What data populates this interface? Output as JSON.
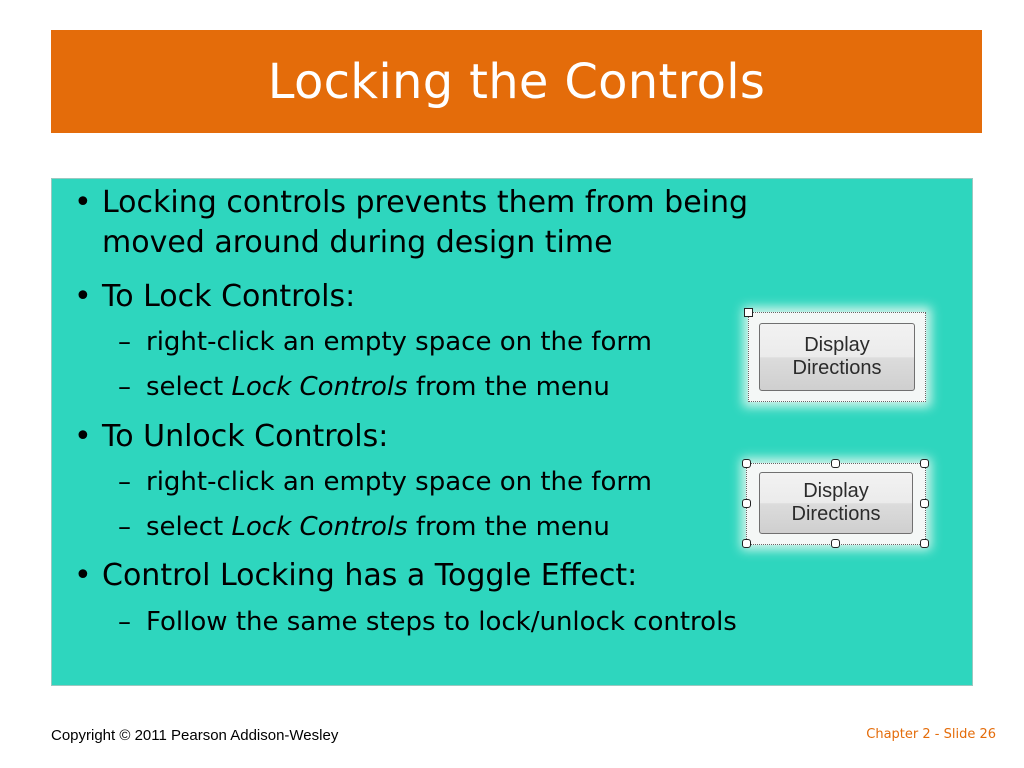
{
  "slide": {
    "title": "Locking the Controls"
  },
  "bullets": [
    {
      "text": "Locking controls prevents them from being moved around during design time"
    },
    {
      "text": "To Lock Controls:"
    },
    {
      "text": "To Unlock Controls:"
    },
    {
      "text": "Control Locking has a Toggle Effect:"
    }
  ],
  "sub_bullets": {
    "lock_1": {
      "text": "right-click an empty space on the form"
    },
    "lock_2": {
      "prefix": "select ",
      "italic": "Lock Controls",
      "suffix": " from the menu"
    },
    "unlock_1": {
      "text": "right-click an empty space on the form"
    },
    "unlock_2": {
      "prefix": "select ",
      "italic": "Lock Controls",
      "suffix": " from the menu"
    },
    "toggle_1": {
      "text": "Follow the same steps to lock/unlock controls"
    }
  },
  "markers": {
    "bullet": "•",
    "dash": "–"
  },
  "figures": {
    "locked_button": {
      "line1": "Display",
      "line2": "Directions"
    },
    "unlocked_button": {
      "line1": "Display",
      "line2": "Directions"
    }
  },
  "footer": {
    "copyright": "Copyright © 2011 Pearson Addison-Wesley",
    "slide_number": "Chapter 2 - Slide 26"
  },
  "colors": {
    "title_bar": "#e46c0a",
    "content_background": "#2ed6be",
    "footer_accent": "#e46c0a"
  }
}
